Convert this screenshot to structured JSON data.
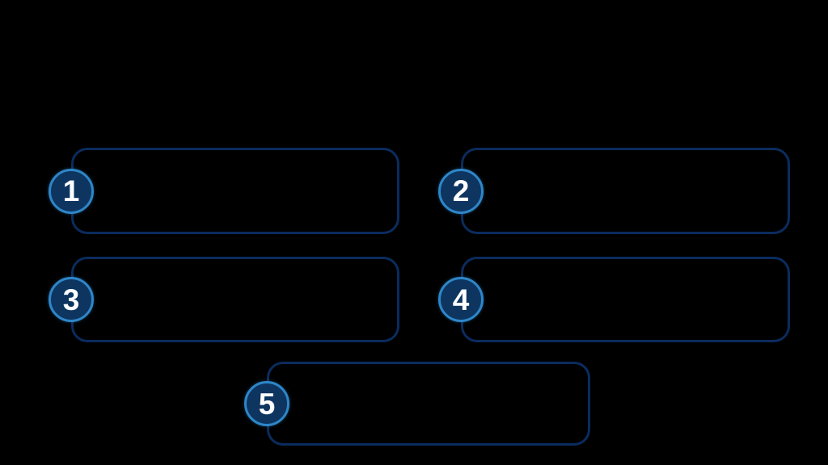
{
  "diagram": {
    "type": "numbered-steps",
    "steps": [
      {
        "number": "1",
        "label": ""
      },
      {
        "number": "2",
        "label": ""
      },
      {
        "number": "3",
        "label": ""
      },
      {
        "number": "4",
        "label": ""
      },
      {
        "number": "5",
        "label": ""
      }
    ]
  },
  "colors": {
    "background": "#000000",
    "box_border": "#0a2c5e",
    "badge_fill": "#0d3560",
    "badge_ring": "#2e86c8",
    "number_text": "#ffffff"
  }
}
